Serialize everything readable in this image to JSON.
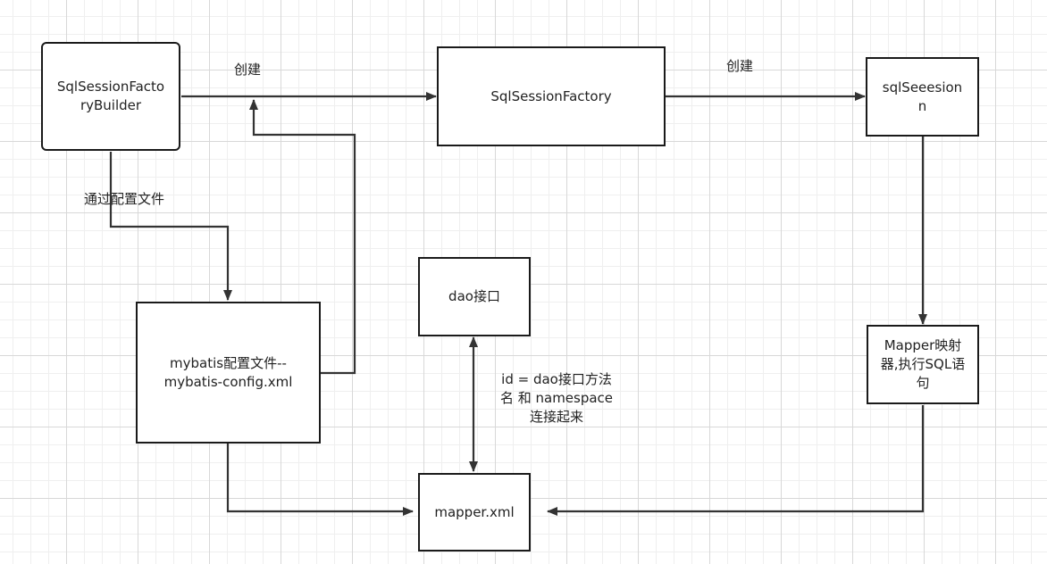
{
  "nodes": {
    "builder": "SqlSessionFacto\nryBuilder",
    "factory": "SqlSessionFactory",
    "session": "sqlSeeesion\nn",
    "config": "mybatis配置文件--\nmybatis-config.xml",
    "dao": "dao接口",
    "mapper_xml": "mapper.xml",
    "mapper_exec": "Mapper映射\n器,执行SQL语\n句"
  },
  "edge_labels": {
    "create_1": "创建",
    "create_2": "创建",
    "via_config": "通过配置文件",
    "id_namespace": "id = dao接口方法\n名  和 namespace\n连接起来"
  },
  "colors": {
    "line": "#333333",
    "border": "#1a1a1a"
  }
}
